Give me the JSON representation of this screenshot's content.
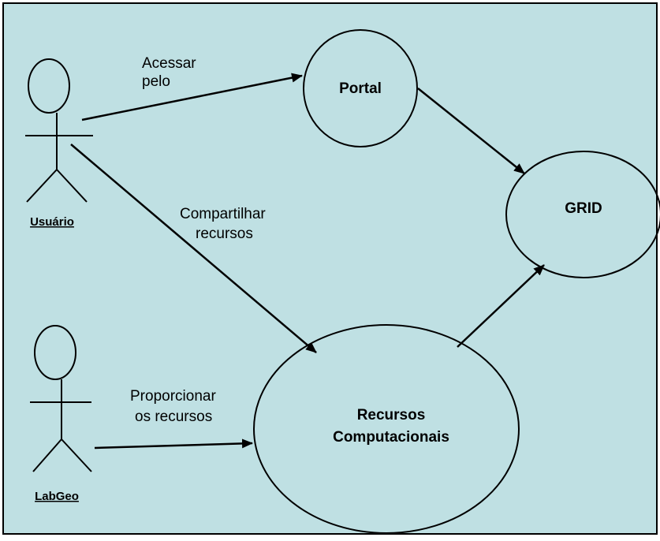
{
  "diagram": {
    "background_color": "#bfe0e3",
    "border_color": "#000000",
    "line_color": "#000000",
    "actors": {
      "usuario": {
        "name": "Usuário",
        "icon": "stick-figure-icon"
      },
      "labgeo": {
        "name": "LabGeo",
        "icon": "stick-figure-icon"
      }
    },
    "use_cases": {
      "portal": "Portal",
      "grid": "GRID",
      "recursos_line1": "Recursos",
      "recursos_line2": "Computacionais"
    },
    "edge_labels": {
      "acessar_line1": "Acessar",
      "acessar_line2": "pelo",
      "compartilhar_line1": "Compartilhar",
      "compartilhar_line2": "recursos",
      "proporcionar_line1": "Proporcionar",
      "proporcionar_line2": "os recursos"
    }
  }
}
